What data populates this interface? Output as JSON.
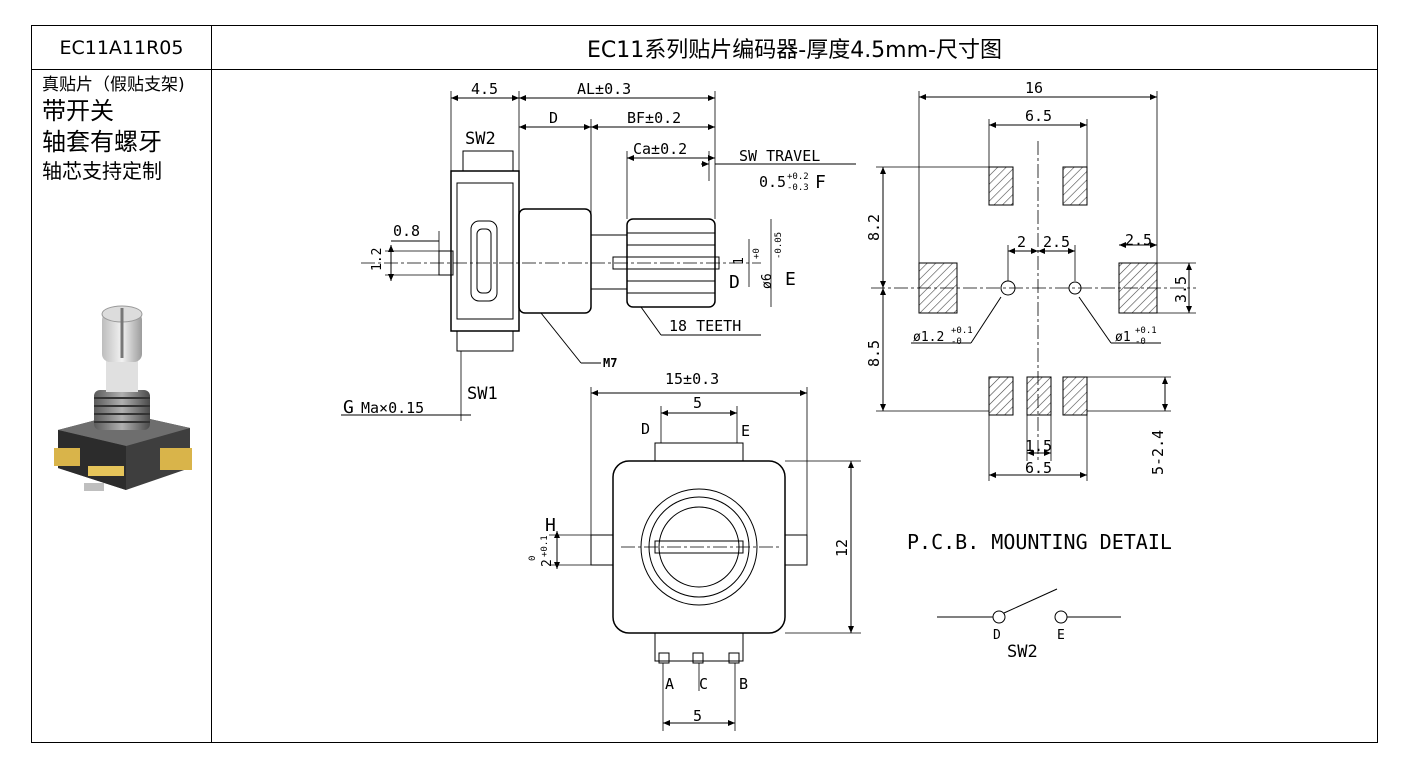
{
  "header": {
    "part_number": "EC11A11R05",
    "title": "EC11系列贴片编码器-厚度4.5mm-尺寸图"
  },
  "notes": {
    "line1": "真贴片（假贴支架)",
    "line2": "带开关",
    "line3": "轴套有螺牙",
    "line4": "轴芯支持定制"
  },
  "side_view": {
    "dim_4_5": "4.5",
    "dim_AL": "AL±0.3",
    "dim_D": "D",
    "dim_BF": "BF±0.2",
    "dim_Ca": "Ca±0.2",
    "sw_travel": "SW TRAVEL",
    "sw_travel_val": "0.5",
    "sw_travel_tol_up": "+0.2",
    "sw_travel_tol_dn": "-0.3",
    "sw_travel_letter": "F",
    "sw2": "SW2",
    "sw1": "SW1",
    "dim_0_8": "0.8",
    "dim_1_2": "1.2",
    "dim_1": "1",
    "dia_6": "ø6",
    "dia_6_tol_up": "+0",
    "dia_6_tol_dn": "-0.05",
    "letter_D": "D",
    "letter_E": "E",
    "teeth": "18 TEETH",
    "m7": "M7",
    "letter_G": "G",
    "dim_Ma": "Ma×0.15"
  },
  "front_view": {
    "dim_15": "15±0.3",
    "dim_5_top": "5",
    "dim_5_bottom": "5",
    "pin_D": "D",
    "pin_E": "E",
    "pin_A": "A",
    "pin_C": "C",
    "pin_B": "B",
    "letter_H": "H",
    "dim_2": "2",
    "dim_2_tol": "+0.1",
    "dim_2_tol_dn": "0",
    "dim_12": "12"
  },
  "pcb": {
    "dim_16": "16",
    "dim_6_5_top": "6.5",
    "dim_8_2": "8.2",
    "dim_2": "2",
    "dim_2_5": "2.5",
    "dim_2_5_right": "2.5",
    "dim_3_5": "3.5",
    "dim_8_5": "8.5",
    "hole_1_2": "ø1.2",
    "hole_1_2_tol_up": "+0.1",
    "hole_1_2_tol_dn": "-0",
    "hole_1": "ø1",
    "hole_1_tol_up": "+0.1",
    "hole_1_tol_dn": "-0",
    "dim_1_5": "1.5",
    "dim_6_5_bottom": "6.5",
    "dim_5_2_4": "5-2.4",
    "caption": "P.C.B. MOUNTING DETAIL"
  },
  "switch": {
    "pin_D": "D",
    "pin_E": "E",
    "label": "SW2"
  },
  "colors": {
    "line": "#000000",
    "hatch": "#444444",
    "photo_metal": "#8a8a8a",
    "photo_gold": "#d9b44a"
  }
}
